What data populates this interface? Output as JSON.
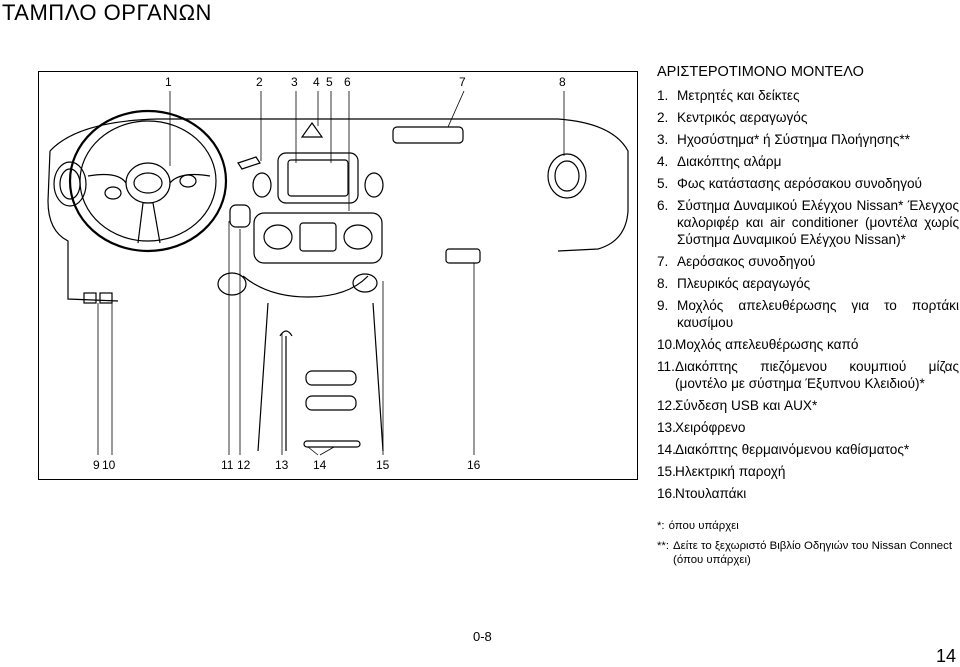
{
  "page_title": "ΤΑΜΠΛΟ ΟΡΓΑΝΩΝ",
  "figure": {
    "top_callouts": [
      "1",
      "2",
      "3",
      "4",
      "5",
      "6",
      "7",
      "8"
    ],
    "bottom_callouts": [
      "9",
      "10",
      "11",
      "12",
      "13",
      "14",
      "15",
      "16"
    ]
  },
  "legend": {
    "heading": "ΑΡΙΣΤΕΡΟΤΙΜΟΝΟ ΜΟΝΤΕΛΟ",
    "items": [
      {
        "num": "1.",
        "text": "Μετρητές και δείκτες"
      },
      {
        "num": "2.",
        "text": "Κεντρικός αεραγωγός"
      },
      {
        "num": "3.",
        "text": "Ηχοσύστημα* ή Σύστημα Πλοήγησης**"
      },
      {
        "num": "4.",
        "text": "Διακόπτης αλάρμ"
      },
      {
        "num": "5.",
        "text": "Φως κατάστασης αερόσακου συνοδηγού"
      },
      {
        "num": "6.",
        "text": "Σύστημα Δυναμικού Ελέγχου Nissan* Έλεγχος καλοριφέρ και air conditioner (μοντέλα χωρίς Σύστημα Δυναμικού Ελέγχου Nissan)*"
      },
      {
        "num": "7.",
        "text": "Αερόσακος συνοδηγού"
      },
      {
        "num": "8.",
        "text": "Πλευρικός αεραγωγός"
      },
      {
        "num": "9.",
        "text": "Μοχλός απελευθέρωσης για το πορτάκι καυσίμου"
      },
      {
        "num": "10.",
        "text": "Μοχλός απελευθέρωσης καπό"
      },
      {
        "num": "11.",
        "text": "Διακόπτης πιεζόμενου κουμπιού μίζας (μοντέλο με σύστημα Έξυπνου Κλειδιού)*"
      },
      {
        "num": "12.",
        "text": "Σύνδεση USB και AUX*"
      },
      {
        "num": "13.",
        "text": "Χειρόφρενο"
      },
      {
        "num": "14.",
        "text": "Διακόπτης θερμαινόμενου καθίσματος*"
      },
      {
        "num": "15.",
        "text": "Ηλεκτρική παροχή"
      },
      {
        "num": "16.",
        "text": "Ντουλαπάκι"
      }
    ]
  },
  "notes": [
    {
      "key": "*:",
      "text": "όπου υπάρχει"
    },
    {
      "key": "**:",
      "text": "Δείτε το ξεχωριστό Βιβλίο Οδηγιών του Nissan Connect (όπου υπάρχει)"
    }
  ],
  "page_ref": "0-8",
  "page_number": "14"
}
